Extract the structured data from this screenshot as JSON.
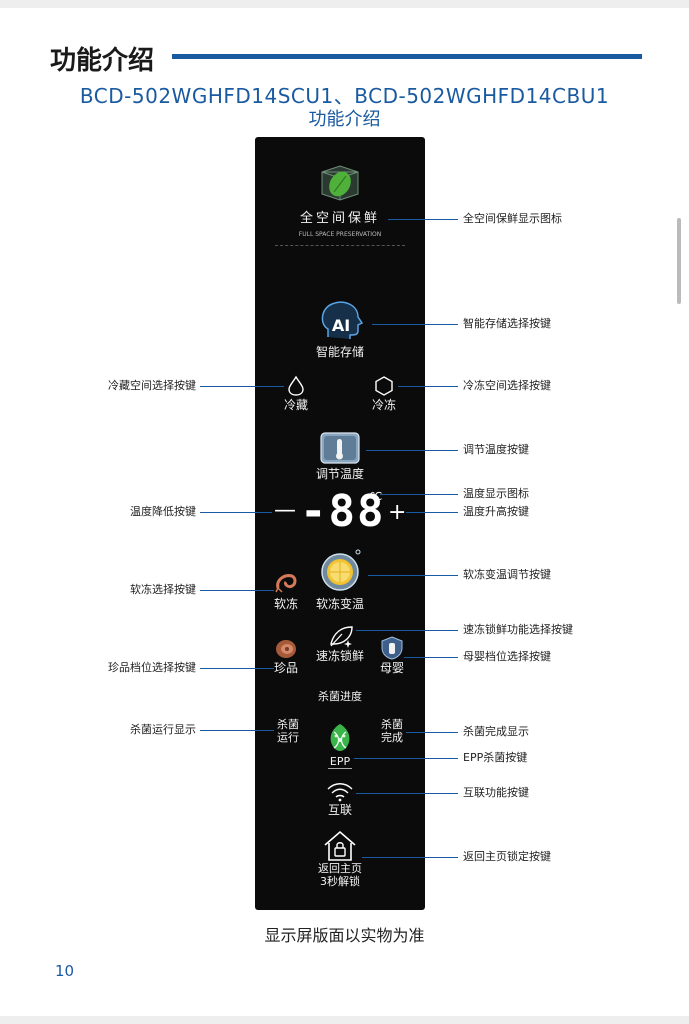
{
  "header": {
    "title": "功能介绍",
    "model": "BCD-502WGHFD14SCU1、BCD-502WGHFD14CBU1",
    "subtitle": "功能介绍"
  },
  "panel": {
    "preservation_cn": "全空间保鲜",
    "preservation_en": "FULL SPACE PRESERVATION",
    "ai_label": "智能存储",
    "ai_badge": "AI",
    "fridge_label": "冷藏",
    "freezer_label": "冷冻",
    "adjust_label": "调节温度",
    "display_digits": "-88",
    "display_unit": "℃",
    "minus": "—",
    "plus": "+",
    "soft_freeze_label": "软冻",
    "soft_freeze_temp_label": "软冻变温",
    "quick_freeze_label": "速冻锁鲜",
    "treasure_label": "珍品",
    "mother_baby_label": "母婴",
    "sterilize_progress_label": "杀菌进度",
    "sterilize_running_label": "杀菌\n运行",
    "sterilize_done_label": "杀菌\n完成",
    "epp_label": "EPP",
    "connect_label": "互联",
    "home_label": "返回主页\n3秒解锁"
  },
  "annotations": {
    "preservation": "全空间保鲜显示图标",
    "ai_store": "智能存储选择按键",
    "fridge": "冷藏空间选择按键",
    "freezer": "冷冻空间选择按键",
    "adjust": "调节温度按键",
    "temp_display": "温度显示图标",
    "temp_down": "温度降低按键",
    "temp_up": "温度升高按键",
    "soft_freeze": "软冻选择按键",
    "soft_freeze_temp": "软冻变温调节按键",
    "quick_freeze": "速冻锁鲜功能选择按键",
    "treasure": "珍品档位选择按键",
    "mother_baby": "母婴档位选择按键",
    "sterilize_running": "杀菌运行显示",
    "sterilize_done": "杀菌完成显示",
    "epp": "EPP杀菌按键",
    "connect": "互联功能按键",
    "home_lock": "返回主页锁定按键"
  },
  "footer": {
    "caption": "显示屏版面以实物为准",
    "page_number": "10"
  },
  "colors": {
    "accent": "#1a5aa0",
    "panel": "#0b0b0b"
  }
}
